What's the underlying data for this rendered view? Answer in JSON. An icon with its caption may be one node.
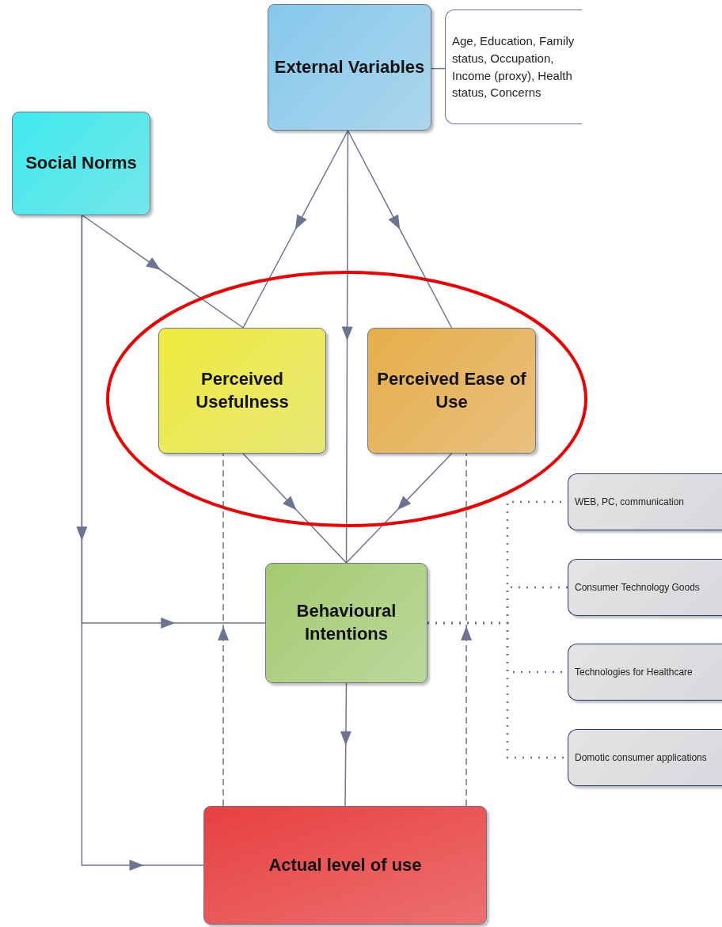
{
  "diagram": {
    "nodes": [
      {
        "text": [
          "External Variables"
        ]
      },
      {
        "text": [
          "Age, Education, Family status, Occupation, Income (proxy), Health status, Concerns"
        ]
      },
      {
        "text": [
          "Social Norms"
        ]
      },
      {
        "text": [
          "Perceived Usefulness"
        ]
      },
      {
        "text": [
          "Perceived Ease of Use"
        ]
      },
      {
        "text": [
          "Behavioural Intentions"
        ]
      },
      {
        "text": [
          "Actual level of use"
        ]
      },
      {
        "text": [
          "WEB, PC, communication"
        ]
      },
      {
        "text": [
          "Consumer Technology Goods"
        ]
      },
      {
        "text": [
          "Technologies for Healthcare"
        ]
      },
      {
        "text": [
          "Domotic consumer applications"
        ]
      }
    ],
    "edges": [
      {
        "from": 0,
        "to": 3,
        "arrow": "to"
      },
      {
        "from": 0,
        "to": 4,
        "arrow": "to"
      },
      {
        "from": 0,
        "to": 5,
        "arrow": "to"
      },
      {
        "from": 2,
        "to": 3,
        "arrow": "to"
      },
      {
        "from": 2,
        "to": 5,
        "arrow": "to"
      },
      {
        "from": 2,
        "to": 6,
        "arrow": "to"
      },
      {
        "from": 3,
        "to": 5,
        "arrow": "to"
      },
      {
        "from": 4,
        "to": 5,
        "arrow": "to"
      },
      {
        "from": 5,
        "to": 6,
        "arrow": "to"
      },
      {
        "from": 6,
        "to": 3,
        "arrow": "to",
        "style": "dashed"
      },
      {
        "from": 6,
        "to": 4,
        "arrow": "to",
        "style": "dashed"
      },
      {
        "from": 0,
        "to": 1,
        "arrow": "none"
      },
      {
        "from": 5,
        "to": 7,
        "arrow": "none",
        "style": "dashed"
      },
      {
        "from": 5,
        "to": 8,
        "arrow": "none",
        "style": "dashed"
      },
      {
        "from": 5,
        "to": 9,
        "arrow": "none",
        "style": "dashed"
      },
      {
        "from": 5,
        "to": 10,
        "arrow": "none",
        "style": "dashed"
      }
    ]
  }
}
